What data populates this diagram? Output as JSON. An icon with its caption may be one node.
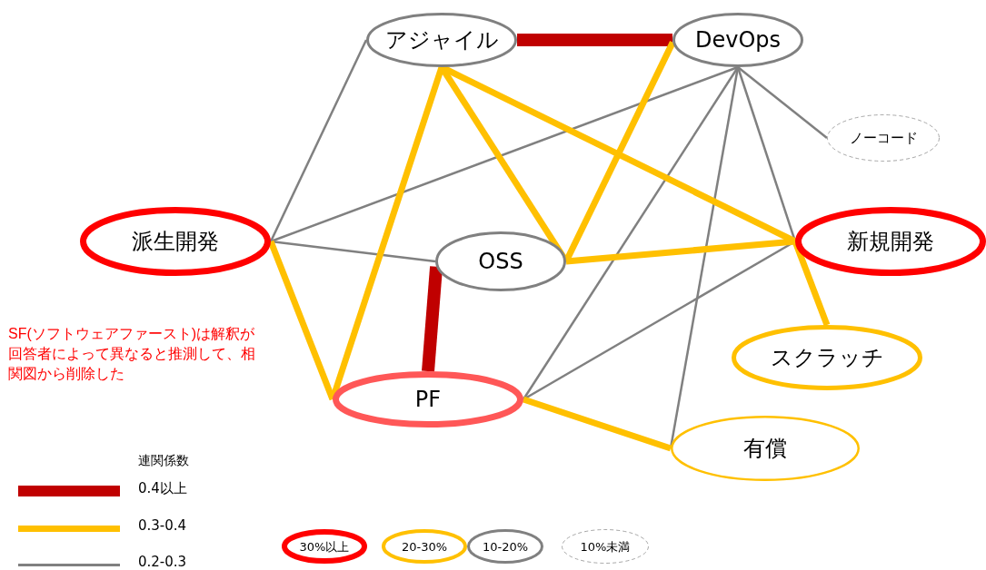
{
  "diagram": {
    "nodes": [
      {
        "text": [
          "アジャイル"
        ]
      },
      {
        "text": [
          "DevOps"
        ]
      },
      {
        "text": [
          "ノーコード"
        ]
      },
      {
        "text": [
          "派生開発"
        ]
      },
      {
        "text": [
          "OSS"
        ]
      },
      {
        "text": [
          "新規開発"
        ]
      },
      {
        "text": [
          "スクラッチ"
        ]
      },
      {
        "text": [
          "PF"
        ]
      },
      {
        "text": [
          "有償"
        ]
      }
    ],
    "edges": [
      {
        "from": 3,
        "to": 0,
        "arrow": "none"
      },
      {
        "from": 3,
        "to": 1,
        "arrow": "none"
      },
      {
        "from": 3,
        "to": 4,
        "arrow": "none"
      },
      {
        "from": 1,
        "to": 2,
        "arrow": "none"
      },
      {
        "from": 1,
        "to": 5,
        "arrow": "none"
      },
      {
        "from": 1,
        "to": 7,
        "arrow": "none"
      },
      {
        "from": 1,
        "to": 8,
        "arrow": "none"
      },
      {
        "from": 5,
        "to": 7,
        "arrow": "none"
      },
      {
        "from": 0,
        "to": 1,
        "arrow": "none",
        "style": "thick",
        "color": "#c00000"
      },
      {
        "from": 4,
        "to": 7,
        "arrow": "none",
        "style": "thick",
        "color": "#c00000"
      },
      {
        "from": 3,
        "to": 7,
        "arrow": "none",
        "color": "#ffc000"
      },
      {
        "from": 0,
        "to": 7,
        "arrow": "none",
        "color": "#ffc000"
      },
      {
        "from": 0,
        "to": 4,
        "arrow": "none",
        "color": "#ffc000"
      },
      {
        "from": 4,
        "to": 1,
        "arrow": "none",
        "color": "#ffc000"
      },
      {
        "from": 4,
        "to": 5,
        "arrow": "none",
        "color": "#ffc000"
      },
      {
        "from": 0,
        "to": 5,
        "arrow": "none",
        "color": "#ffc000"
      },
      {
        "from": 5,
        "to": 6,
        "arrow": "none",
        "color": "#ffc000"
      },
      {
        "from": 7,
        "to": 8,
        "arrow": "none",
        "color": "#ffc000"
      }
    ],
    "labels": [
      "SF(ソフトウェアファースト)は解釈が回答者によって異なると推測して、相関図から削除した",
      "連関係数"
    ],
    "legend": [
      {
        "text": "0.4以上"
      },
      {
        "text": "0.3-0.4"
      },
      {
        "text": "0.2-0.3"
      },
      {
        "text": "30%以上"
      },
      {
        "text": "20-30%"
      },
      {
        "text": "10-20%"
      },
      {
        "text": "10%未満"
      }
    ]
  }
}
